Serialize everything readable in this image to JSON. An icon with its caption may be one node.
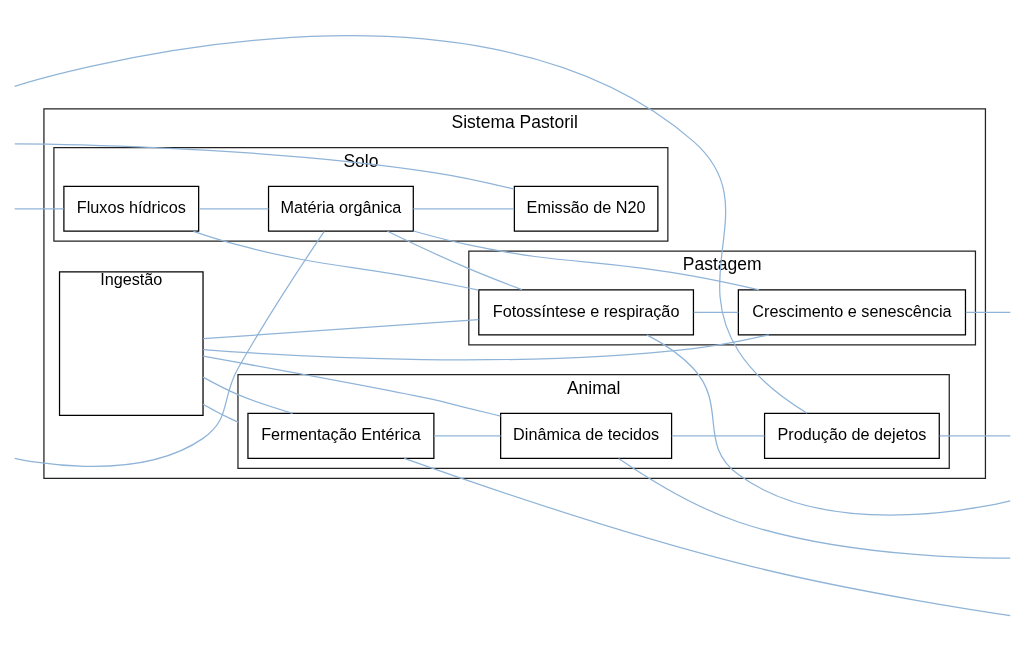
{
  "diagram": {
    "nodes": [
      {
        "text": [
          "Sistema Pastoril"
        ]
      },
      {
        "text": [
          "Solo"
        ],
        "in": 0
      },
      {
        "text": [
          "Fluxos hídricos"
        ],
        "in": 1
      },
      {
        "text": [
          "Matéria orgânica"
        ],
        "in": 1
      },
      {
        "text": [
          "Emissão de N20"
        ],
        "in": 1
      },
      {
        "text": [
          "Ingestão"
        ],
        "in": 0
      },
      {
        "text": [
          "Pastagem"
        ],
        "in": 0
      },
      {
        "text": [
          "Fotossíntese e respiração"
        ],
        "in": 6
      },
      {
        "text": [
          "Crescimento e senescência"
        ],
        "in": 6
      },
      {
        "text": [
          "Animal"
        ],
        "in": 0
      },
      {
        "text": [
          "Fermentação Entérica"
        ],
        "in": 9
      },
      {
        "text": [
          "Dinâmica de tecidos"
        ],
        "in": 9
      },
      {
        "text": [
          "Produção de dejetos"
        ],
        "in": 9
      }
    ],
    "edges": [
      {
        "from": null,
        "to": 2,
        "arrow": "none"
      },
      {
        "from": null,
        "to": 3,
        "arrow": "none"
      },
      {
        "from": null,
        "to": 4,
        "arrow": "none"
      },
      {
        "from": 2,
        "to": 3,
        "arrow": "none"
      },
      {
        "from": 3,
        "to": 4,
        "arrow": "none"
      },
      {
        "from": 2,
        "to": 7,
        "arrow": "none"
      },
      {
        "from": 3,
        "to": 7,
        "arrow": "none"
      },
      {
        "from": 3,
        "to": 8,
        "arrow": "none"
      },
      {
        "from": 5,
        "to": 7,
        "arrow": "none"
      },
      {
        "from": 5,
        "to": 8,
        "arrow": "none"
      },
      {
        "from": 5,
        "to": 10,
        "arrow": "none"
      },
      {
        "from": 5,
        "to": 11,
        "arrow": "none"
      },
      {
        "from": 7,
        "to": 8,
        "arrow": "none"
      },
      {
        "from": 7,
        "to": null,
        "arrow": "none"
      },
      {
        "from": 8,
        "to": null,
        "arrow": "none"
      },
      {
        "from": 10,
        "to": 11,
        "arrow": "none"
      },
      {
        "from": 11,
        "to": 12,
        "arrow": "none"
      },
      {
        "from": 10,
        "to": null,
        "arrow": "none"
      },
      {
        "from": 11,
        "to": null,
        "arrow": "none"
      },
      {
        "from": 12,
        "to": null,
        "arrow": "none"
      },
      {
        "from": 9,
        "to": 5,
        "arrow": "none"
      },
      {
        "from": null,
        "to": 12,
        "arrow": "none"
      }
    ]
  }
}
